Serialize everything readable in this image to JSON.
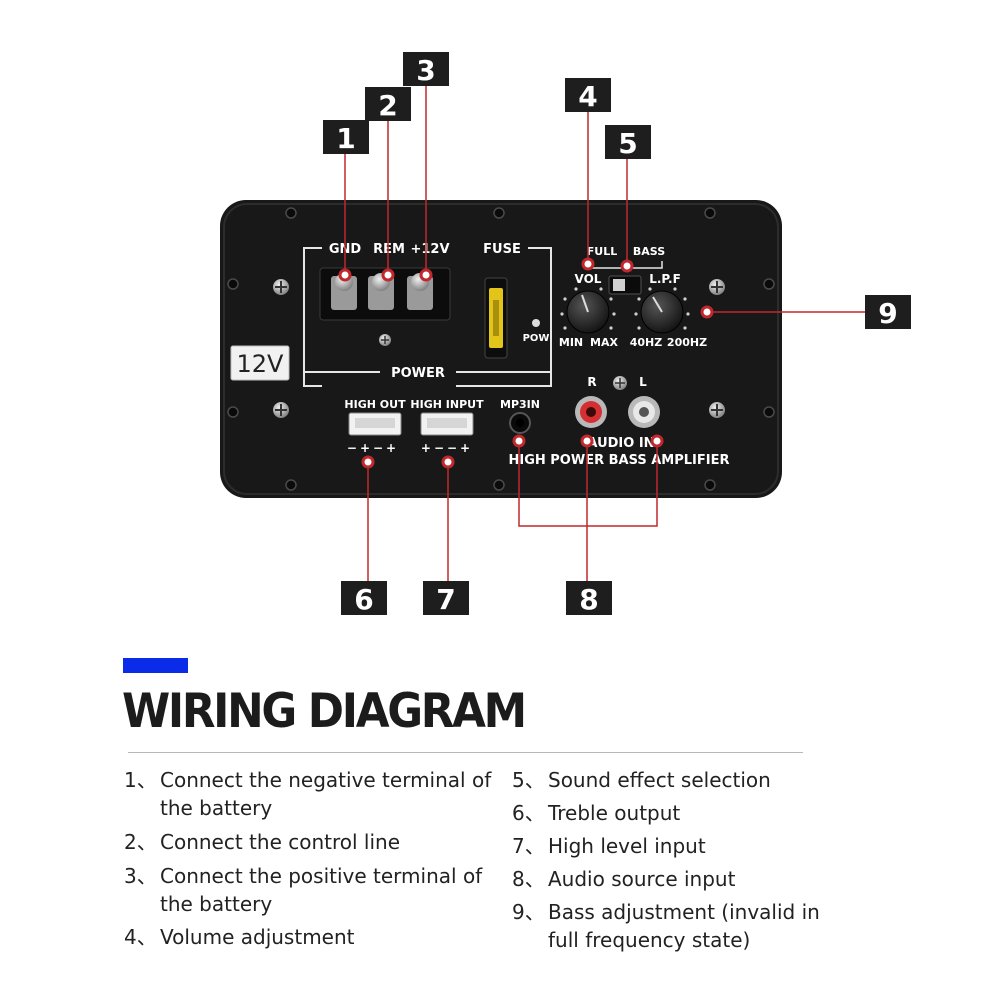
{
  "colors": {
    "panel": "#181818",
    "callout_box": "#1e1e1e",
    "leader_line": "#c0282d",
    "accent_bar": "#0a2be8",
    "knob": "#2a2a2a",
    "rca_red": "#d62f33",
    "rca_white": "#e8e8e8"
  },
  "callouts": [
    "1",
    "2",
    "3",
    "4",
    "5",
    "6",
    "7",
    "8",
    "9"
  ],
  "panel": {
    "power_terminals": [
      "GND",
      "REM",
      "+12V"
    ],
    "fuse_label": "FUSE",
    "power_label": "POWER",
    "pow_led_label": "POW",
    "voltage_badge": "12V",
    "switch_labels": [
      "FULL",
      "BASS"
    ],
    "vol_label": "VOL",
    "vol_range": [
      "MIN",
      "MAX"
    ],
    "lpf_label": "L.P.F",
    "lpf_range": [
      "40HZ",
      "200HZ"
    ],
    "high_out_label": "HIGH OUT",
    "high_out_pins": "−+−+",
    "high_input_label": "HIGH INPUT",
    "high_input_pins": "+−−+",
    "mp3_label": "MP3IN",
    "rca_labels": [
      "R",
      "L"
    ],
    "audio_in_label": "AUDIO IN",
    "product_label": "HIGH POWER BASS AMPLIFIER"
  },
  "section": {
    "title": "WIRING DIAGRAM"
  },
  "legend": {
    "left": [
      {
        "num": "1、",
        "text": "Connect the negative terminal of the battery"
      },
      {
        "num": "2、",
        "text": "Connect the control line"
      },
      {
        "num": "3、",
        "text": "Connect the positive terminal of the battery"
      },
      {
        "num": "4、",
        "text": "Volume adjustment"
      }
    ],
    "right": [
      {
        "num": "5、",
        "text": "Sound effect selection"
      },
      {
        "num": "6、",
        "text": "Treble output"
      },
      {
        "num": "7、",
        "text": "High level input"
      },
      {
        "num": "8、",
        "text": "Audio source input"
      },
      {
        "num": "9、",
        "text": "Bass adjustment (invalid in full frequency state)"
      }
    ]
  }
}
